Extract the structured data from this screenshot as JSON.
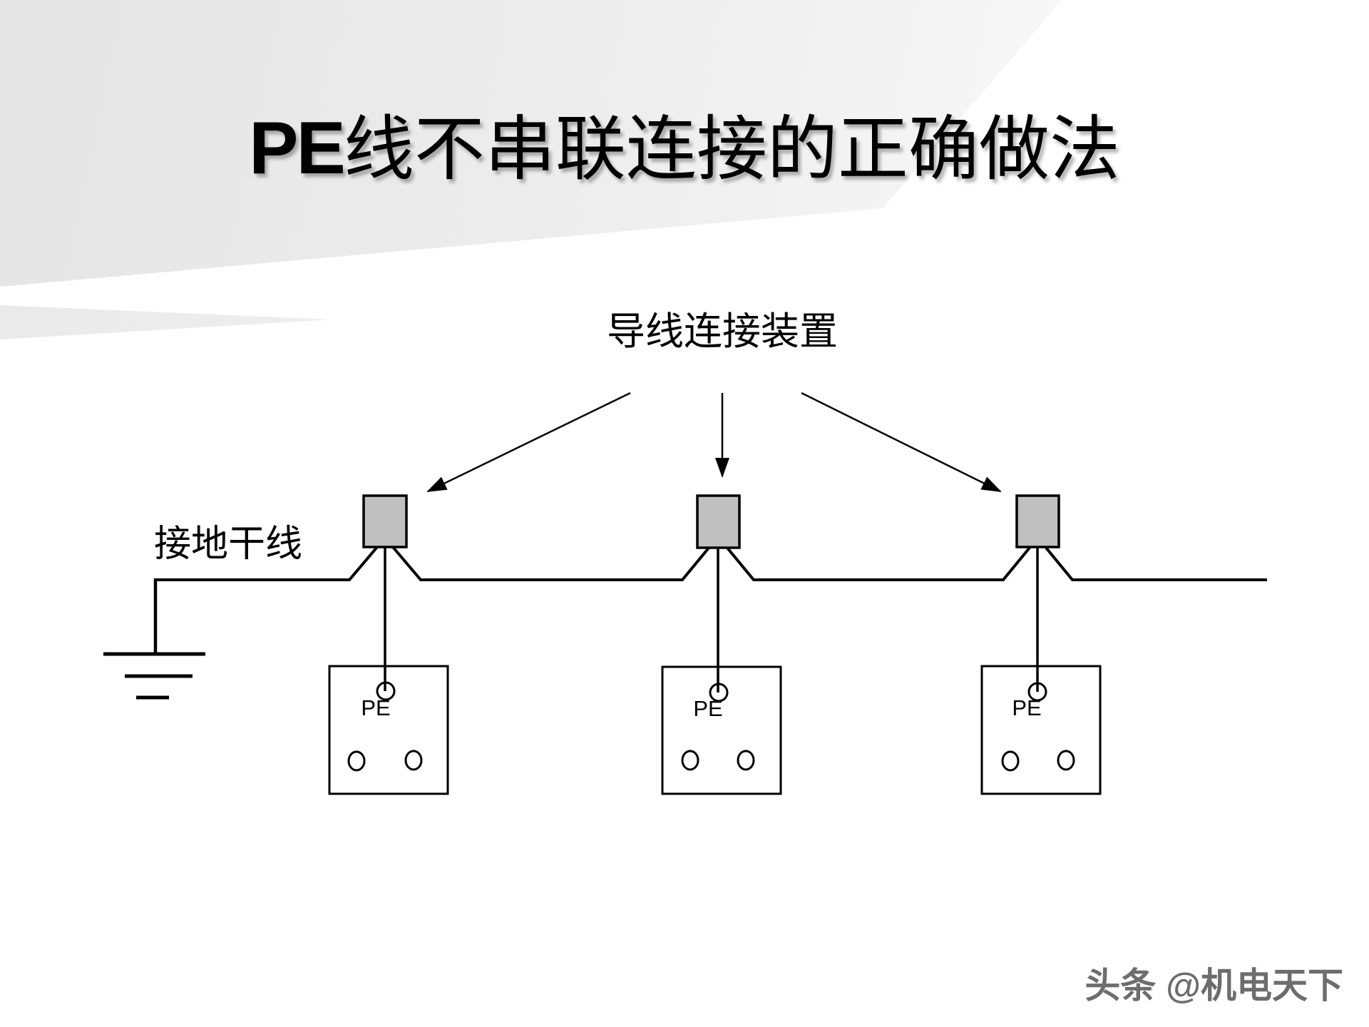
{
  "slide": {
    "title_prefix": "PE",
    "title_suffix": "线不串联连接的正确做法",
    "connector_label": "导线连接装置",
    "ground_label": "接地干线",
    "pe_label": "PE",
    "watermark": "头条 @机电天下",
    "colors": {
      "connector_fill": "#c0c0c0",
      "line_color": "#000000",
      "watermark_color": "#6d6d6d"
    }
  }
}
